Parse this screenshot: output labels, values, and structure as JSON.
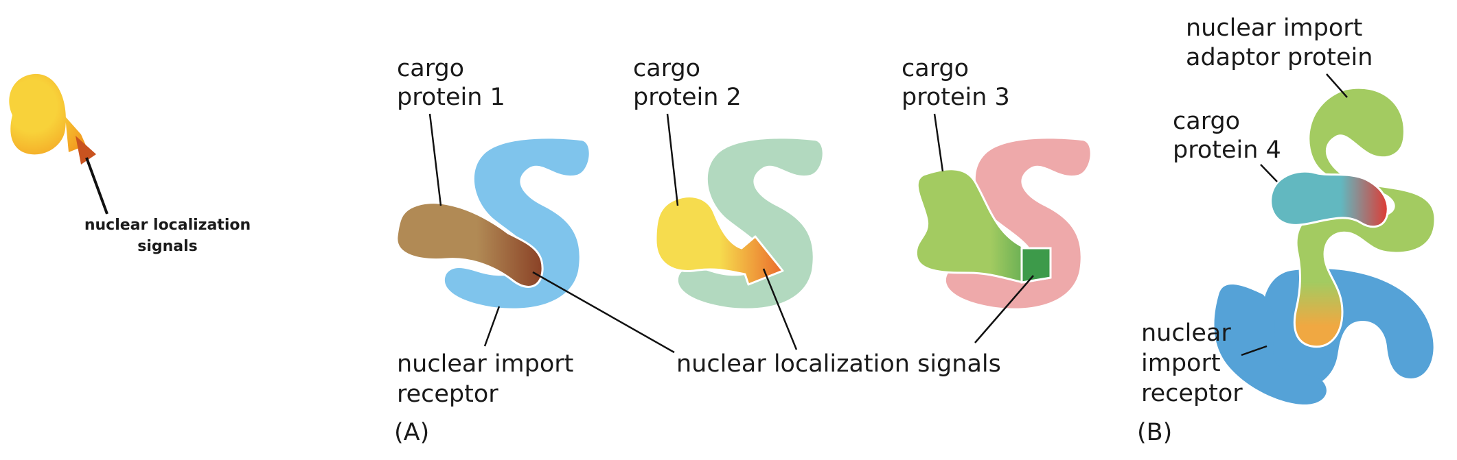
{
  "inset": {
    "nls_label_line1": "nuclear localization",
    "nls_label_line2": "signals"
  },
  "panel_a": {
    "cargo1_line1": "cargo",
    "cargo1_line2": "protein 1",
    "cargo2_line1": "cargo",
    "cargo2_line2": "protein 2",
    "cargo3_line1": "cargo",
    "cargo3_line2": "protein 3",
    "receptor_line1": "nuclear import",
    "receptor_line2": "receptor",
    "nls_label": "nuclear localization signals",
    "panel_label": "(A)"
  },
  "panel_b": {
    "adaptor_line1": "nuclear import",
    "adaptor_line2": "adaptor protein",
    "cargo4_line1": "cargo",
    "cargo4_line2": "protein 4",
    "receptor_line1": "nuclear",
    "receptor_line2": "import",
    "receptor_line3": "receptor",
    "panel_label": "(B)"
  },
  "colors": {
    "receptor_a1": "#7fc4ec",
    "receptor_a2": "#b2d9bf",
    "receptor_a3": "#eea9aa",
    "receptor_b": "#55a2d7",
    "adaptor_b": "#a3cb61",
    "cargo1": "#b18a55",
    "nls1": "#8a4126",
    "cargo2": "#f6dc4e",
    "nls2": "#ea6c2c",
    "cargo3": "#a3cb61",
    "nls3": "#3d9a4a",
    "cargo4": "#62b8c0",
    "nls4": "#df3a33",
    "adaptor_tip": "#f0a842"
  }
}
